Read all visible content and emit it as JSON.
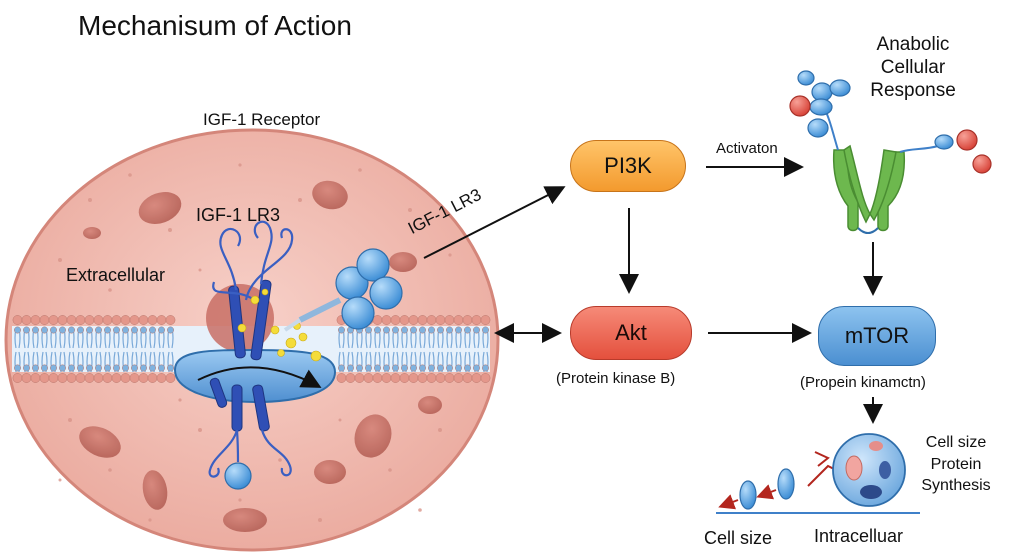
{
  "title": "Mechanisum of Action",
  "labels": {
    "receptor": "IGF-1 Receptor",
    "ligand": "IGF-1 LR3",
    "extracellular": "Extracellular",
    "ligand_arrow": "IGF-1 LR3",
    "activation": "Activaton",
    "anabolic": [
      "Anabolic",
      "Cellular",
      "Response"
    ],
    "akt_note": "(Protein kinase B)",
    "mtor_note": "(Propein kinamctn)",
    "outcome": [
      "Cell size",
      "Protein",
      "Synthesis"
    ],
    "cell_size": "Cell size",
    "intracellular": "Intracelluar"
  },
  "nodes": {
    "pi3k": "PI3K",
    "akt": "Akt",
    "mtor": "mTOR"
  },
  "colors": {
    "cell": "#f0b8ae",
    "cell_border": "#d98a7d",
    "membrane_head": "#e4978b",
    "membrane_head_blue": "#7fb2df",
    "receptor_blue": "#2f4fb5",
    "ligand_blue": "#5aa8e6",
    "protein_green": "#6db84e",
    "pi3k": "#f6a93b",
    "akt": "#e95a47",
    "mtor": "#5a9ad6"
  }
}
